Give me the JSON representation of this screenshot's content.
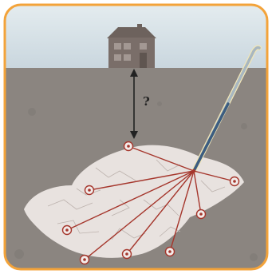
{
  "diagram": {
    "distance_label": "?",
    "colors": {
      "frame": "#f3a33a",
      "sky_top": "#e4ecef",
      "sky_bottom": "#c9d6de",
      "ground": "#8b8580",
      "fracture_zone_fill": "#e8e2df",
      "fracture_crack": "#bdb3ae",
      "house": "#7a6e69",
      "well_casing": "#a8b7c0",
      "well_casing_pipe": "#3c5d80",
      "wellhead_outline": "#f1e6b8",
      "lateral_lines": "#a5362c",
      "arrow": "#222222"
    },
    "elements": {
      "house": "house-icon",
      "well": "wellbore",
      "fracture_zone": "fracture-network",
      "distance_marker": "double-arrow"
    }
  }
}
